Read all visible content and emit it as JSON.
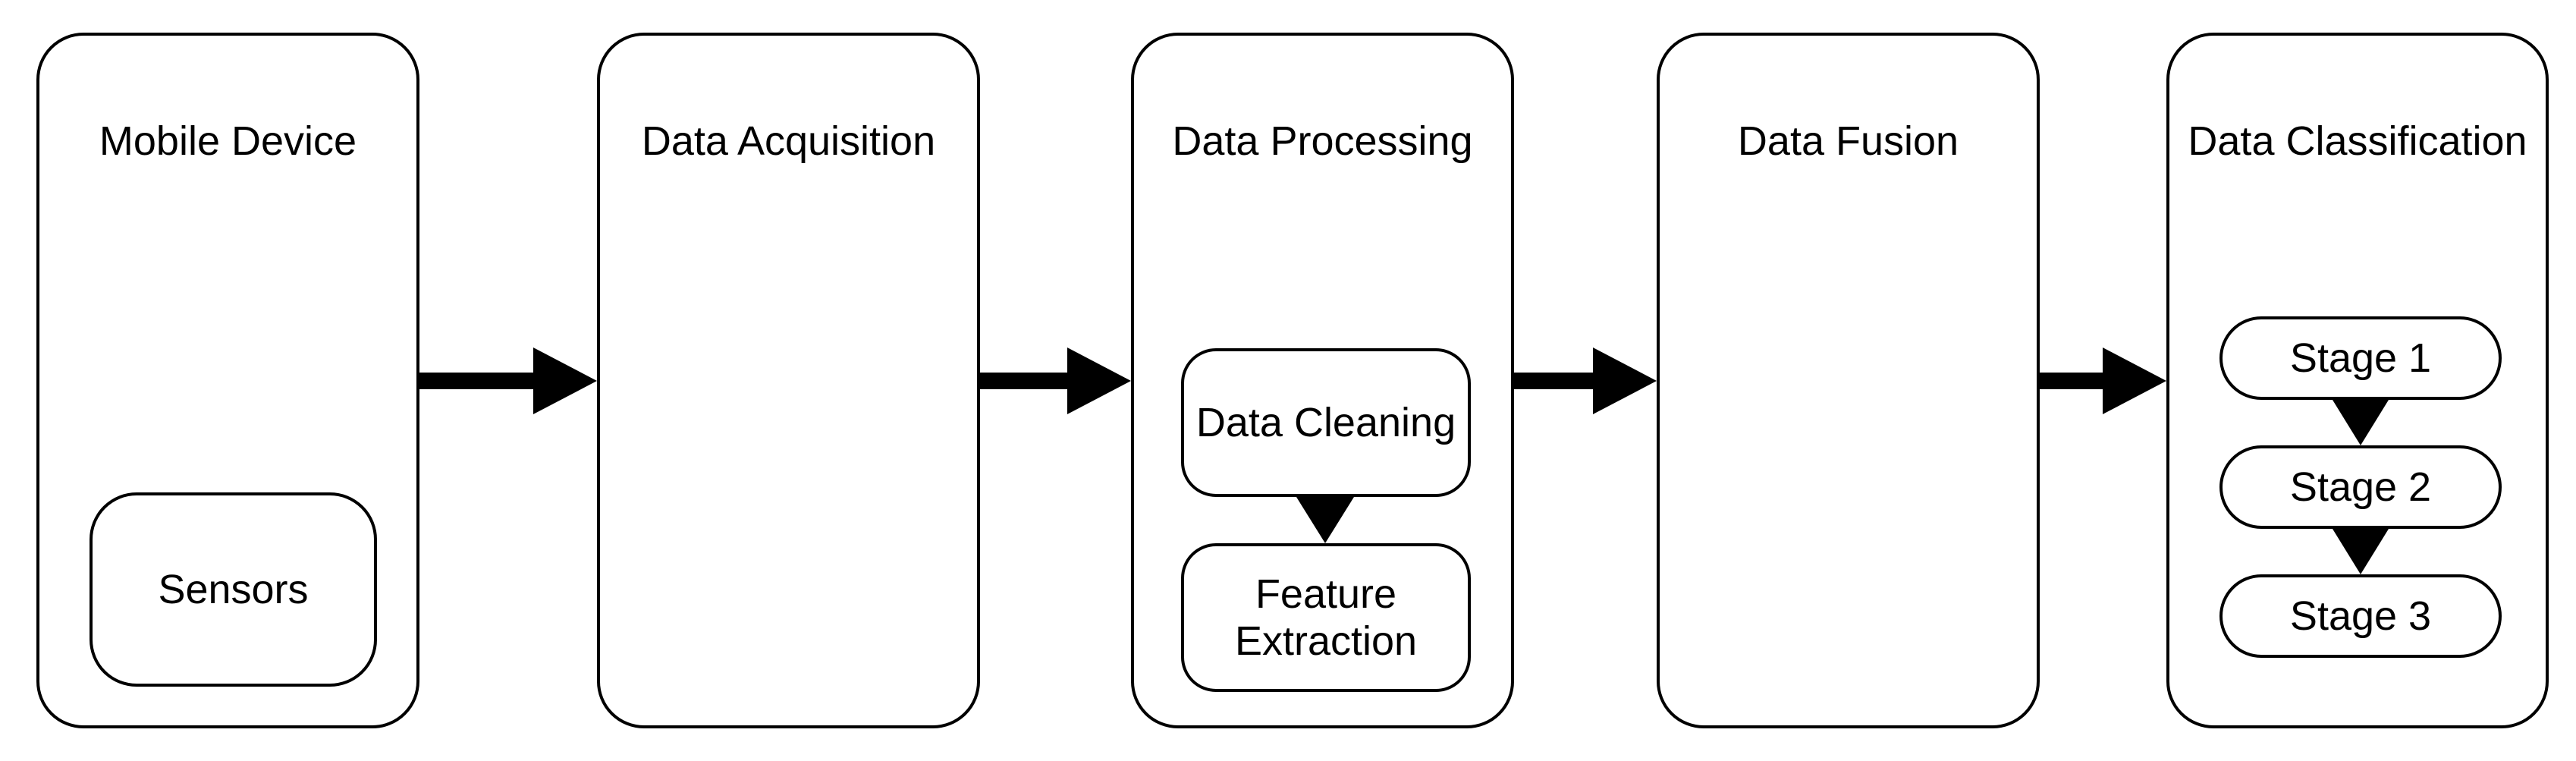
{
  "diagram": {
    "type": "flowchart",
    "background_color": "#ffffff",
    "stroke_color": "#000000",
    "text_color": "#000000",
    "nodes": [
      {
        "id": "mobile-device",
        "title": "Mobile Device",
        "children": [
          {
            "label": "Sensors"
          }
        ]
      },
      {
        "id": "data-acquisition",
        "title": "Data Acquisition",
        "children": []
      },
      {
        "id": "data-processing",
        "title": "Data Processing",
        "children": [
          {
            "label": "Data Cleaning"
          },
          {
            "label": "Feature Extraction"
          }
        ]
      },
      {
        "id": "data-fusion",
        "title": "Data Fusion",
        "children": []
      },
      {
        "id": "data-classification",
        "title": "Data Classification",
        "children": [
          {
            "label": "Stage 1"
          },
          {
            "label": "Stage 2"
          },
          {
            "label": "Stage 3"
          }
        ]
      }
    ],
    "connections": [
      {
        "from": "Mobile Device",
        "to": "Data Acquisition",
        "direction": "right"
      },
      {
        "from": "Data Acquisition",
        "to": "Data Processing",
        "direction": "right"
      },
      {
        "from": "Data Processing",
        "to": "Data Fusion",
        "direction": "right"
      },
      {
        "from": "Data Fusion",
        "to": "Data Classification",
        "direction": "right"
      },
      {
        "from": "Data Cleaning",
        "to": "Feature Extraction",
        "direction": "down"
      },
      {
        "from": "Stage 1",
        "to": "Stage 2",
        "direction": "down"
      },
      {
        "from": "Stage 2",
        "to": "Stage 3",
        "direction": "down"
      }
    ]
  }
}
